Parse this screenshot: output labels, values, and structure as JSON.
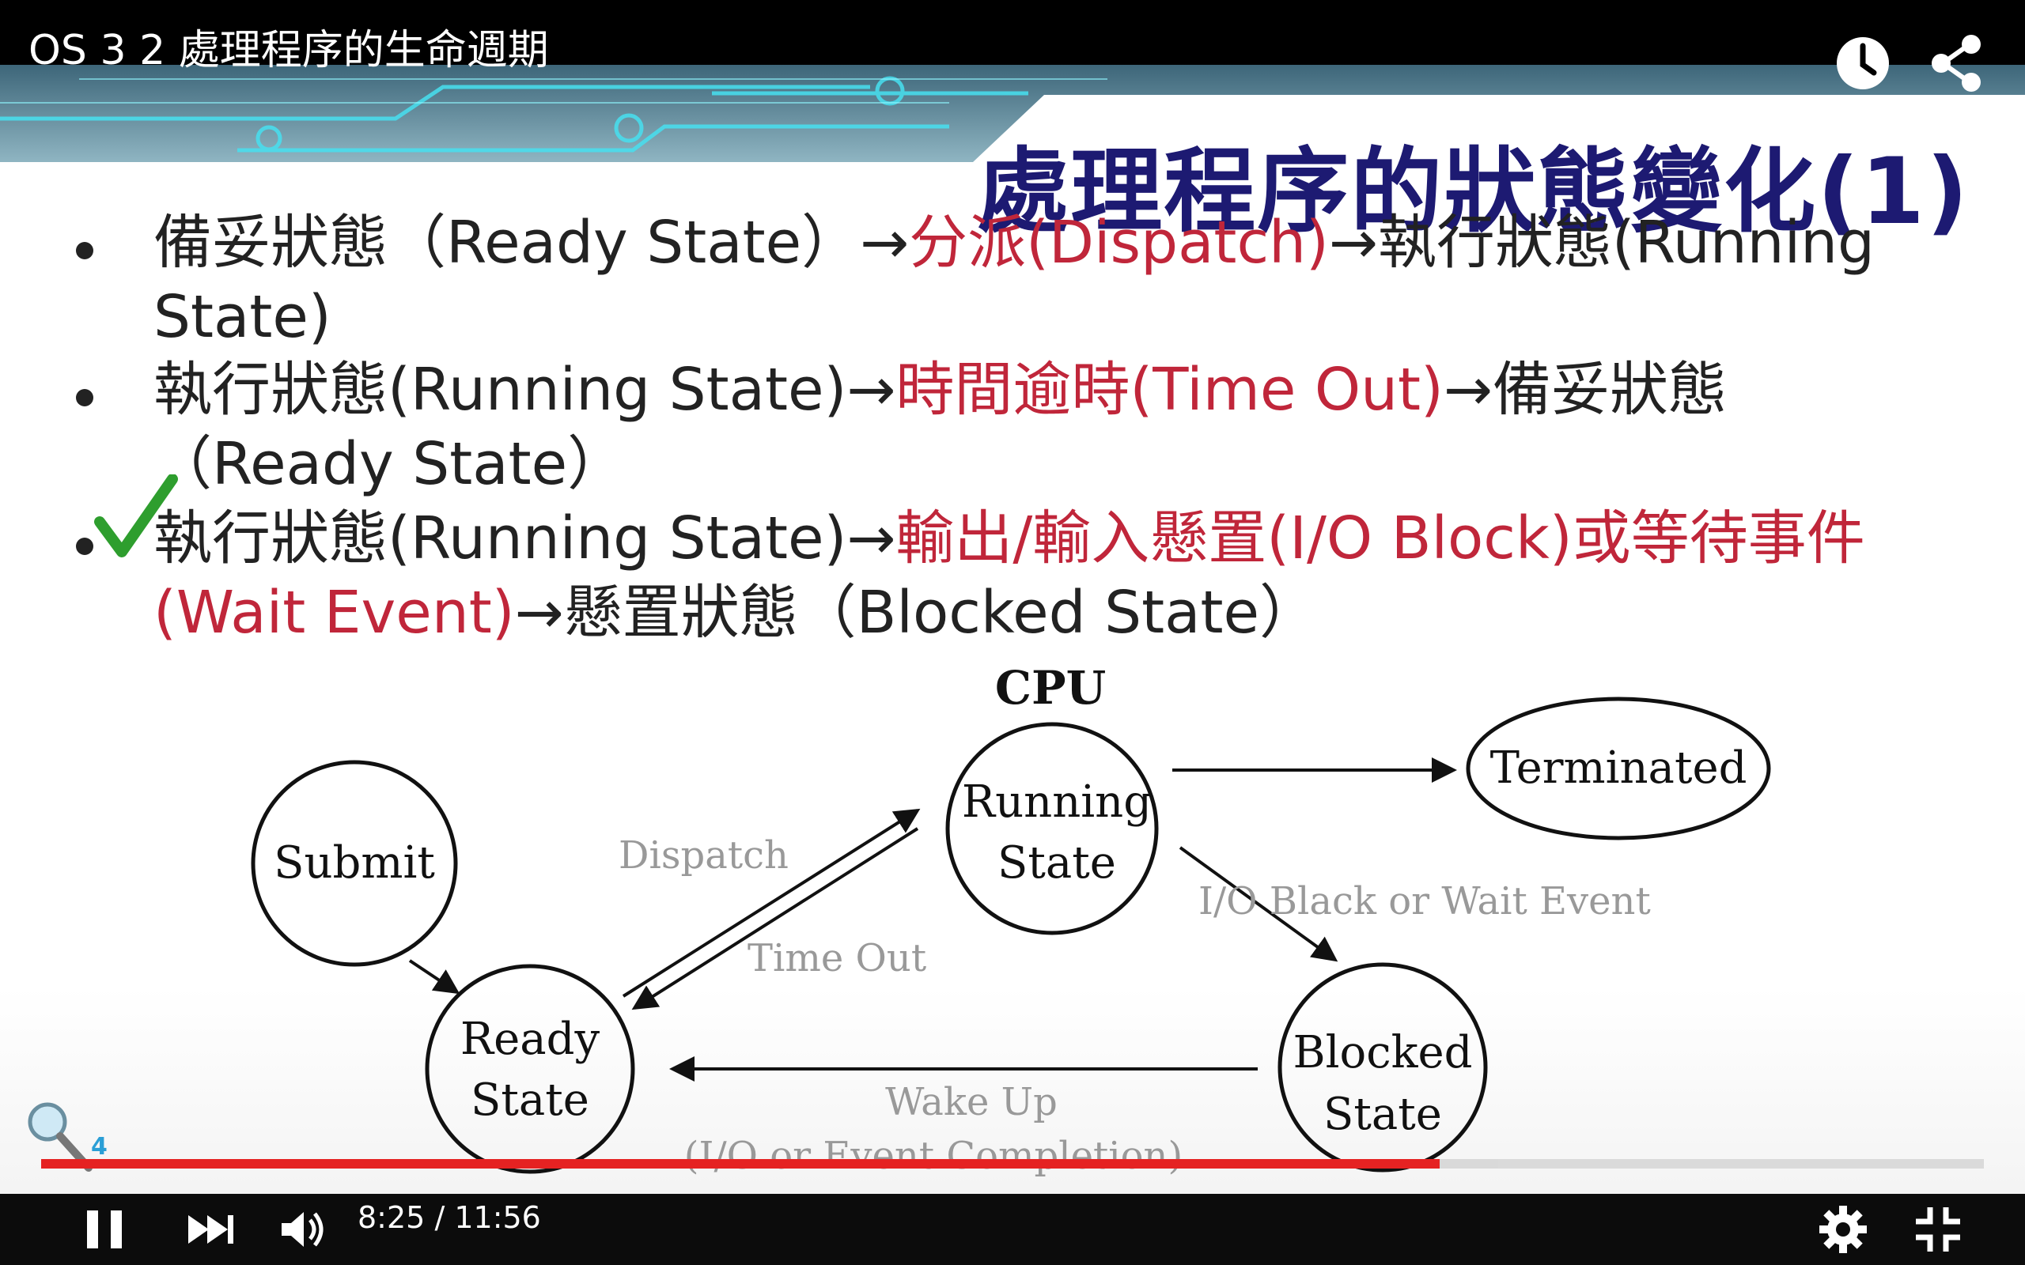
{
  "player": {
    "video_title": "OS 3 2 處理程序的生命週期",
    "time_current": "8:25",
    "time_separator": "/",
    "time_total": "11:56",
    "progress_played": 0.72,
    "progress_buffered": 0.75,
    "icons": {
      "watch_later": "clock-icon",
      "share": "share-icon",
      "play_pause": "pause-icon",
      "next": "next-icon",
      "volume": "volume-icon",
      "settings": "gear-icon",
      "exit_fullscreen": "exit-fullscreen-icon"
    },
    "colors": {
      "progress": "#e52222",
      "chrome": "#000000",
      "title_text": "#ffffff"
    }
  },
  "slide": {
    "title": "處理程序的狀態變化(1)",
    "bullets": [
      {
        "line1_a": "備妥狀態（Ready State）→",
        "line1_red": "分派(Dispatch)",
        "line1_b": "→執行狀態(Running",
        "line2": "State)"
      },
      {
        "line1_a": "執行狀態(Running State)→",
        "line1_red": "時間逾時(Time Out)",
        "line1_b": "→備妥狀態",
        "line2": "（Ready State）"
      },
      {
        "line1_a": "執行狀態(Running State)→",
        "line1_red": "輸出/輸入懸置(I/O Block)或等待事件",
        "line2_red": "(Wait Event)",
        "line2_b": "→懸置狀態（Blocked State）"
      }
    ],
    "slide_number": "4",
    "colors": {
      "title": "#1d1a72",
      "highlight": "#c0263a",
      "check": "#2e9e2e",
      "body": "#222222"
    }
  },
  "diagram": {
    "cpu_label": "CPU",
    "nodes": {
      "submit": {
        "label": "Submit"
      },
      "ready": {
        "line1": "Ready",
        "line2": "State"
      },
      "running": {
        "line1": "Running",
        "line2": "State"
      },
      "blocked": {
        "line1": "Blocked",
        "line2": "State"
      },
      "terminated": {
        "label": "Terminated"
      }
    },
    "edges": {
      "dispatch": "Dispatch",
      "time_out": "Time Out",
      "io_block": "I/O Black or Wait Event",
      "wake_up": "Wake Up",
      "wake_up_sub": "(I/O or Event Completion)"
    }
  }
}
